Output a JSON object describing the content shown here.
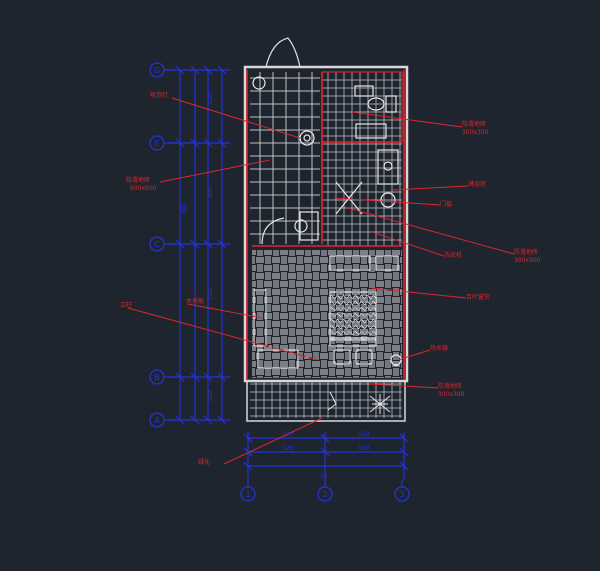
{
  "canvas": {
    "background": "#1f252e",
    "colors": {
      "wall": "#d8d8dc",
      "accent": "#e0242b",
      "dimension": "#2233dd",
      "fixture": "#e8e8ec"
    }
  },
  "annotations": {
    "left": {
      "ann_ceiling_light": "吸顶灯",
      "ann_floor_tile": "防滑地砖",
      "ann_floor_tile_size": "600x600",
      "ann_wood_floor": "木地板",
      "ann_column": "立柱"
    },
    "right": {
      "ann_bath_tile": "防滑地砖",
      "ann_bath_tile_size": "300x300",
      "ann_shower": "淋浴房",
      "ann_door": "门槛",
      "ann_wall_tile": "防滑地砖",
      "ann_wall_tile_size": "300x300",
      "ann_sink": "洗衣机",
      "ann_window": "百叶窗帘",
      "ann_heater": "热水器",
      "ann_balcony_tile": "防滑地砖",
      "ann_balcony_tile_size": "300x300"
    },
    "bottom": {
      "ann_plant": "绿化",
      "dim_top_left": "120",
      "dim_top_right": "120",
      "dim_mid_left": "120",
      "dim_mid_right": "120",
      "dim_total": "36",
      "left_dims": [
        "120",
        "300",
        "120",
        "300",
        "120"
      ]
    }
  },
  "axes": {
    "left": [
      "G",
      "E",
      "C",
      "B",
      "A"
    ],
    "bottom": [
      "1",
      "2",
      "3"
    ]
  }
}
